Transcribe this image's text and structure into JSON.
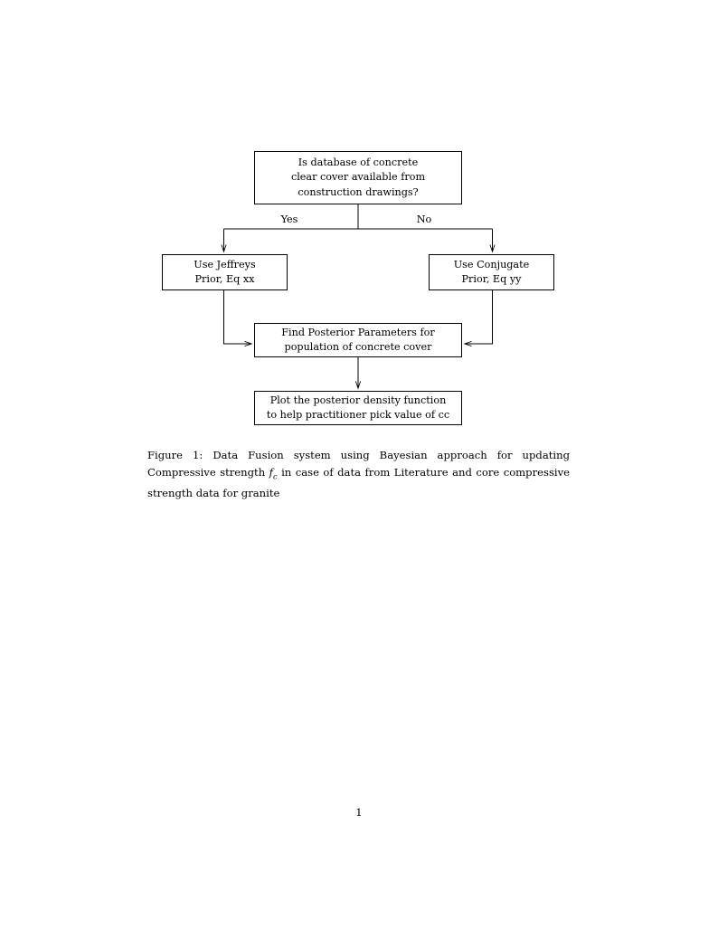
{
  "document": {
    "page_number": "1",
    "background_color": "#ffffff",
    "text_color": "#000000"
  },
  "figure": {
    "type": "flowchart",
    "nodes": [
      {
        "id": "decision",
        "name": "decision-node",
        "shape": "rectangle",
        "lines": [
          "Is database of concrete",
          "clear cover available from",
          "construction drawings?"
        ]
      },
      {
        "id": "jeffreys",
        "name": "jeffreys-prior-node",
        "shape": "rectangle",
        "lines": [
          "Use Jeffreys",
          "Prior, Eq xx"
        ]
      },
      {
        "id": "conjugate",
        "name": "conjugate-prior-node",
        "shape": "rectangle",
        "lines": [
          "Use Conjugate",
          "Prior, Eq yy"
        ]
      },
      {
        "id": "posterior",
        "name": "find-posterior-parameters-node",
        "shape": "rectangle",
        "lines": [
          "Find Posterior Parameters for",
          "population of concrete cover"
        ]
      },
      {
        "id": "plot",
        "name": "plot-posterior-density-node",
        "shape": "rectangle",
        "lines": [
          "Plot the posterior density function",
          "to help practitioner pick value of cc"
        ]
      }
    ],
    "edge_labels": {
      "yes": "Yes",
      "no": "No"
    },
    "edges": [
      {
        "from": "decision",
        "to": "jeffreys",
        "label": "Yes"
      },
      {
        "from": "decision",
        "to": "conjugate",
        "label": "No"
      },
      {
        "from": "jeffreys",
        "to": "posterior",
        "label": ""
      },
      {
        "from": "conjugate",
        "to": "posterior",
        "label": ""
      },
      {
        "from": "posterior",
        "to": "plot",
        "label": ""
      }
    ]
  },
  "caption": {
    "label": "Figure 1:",
    "part1": "Data Fusion system using Bayesian approach for updating Compressive strength",
    "math": "f",
    "math_sub": "c",
    "part2": "in case of data from Literature and core compressive strength data for granite"
  }
}
